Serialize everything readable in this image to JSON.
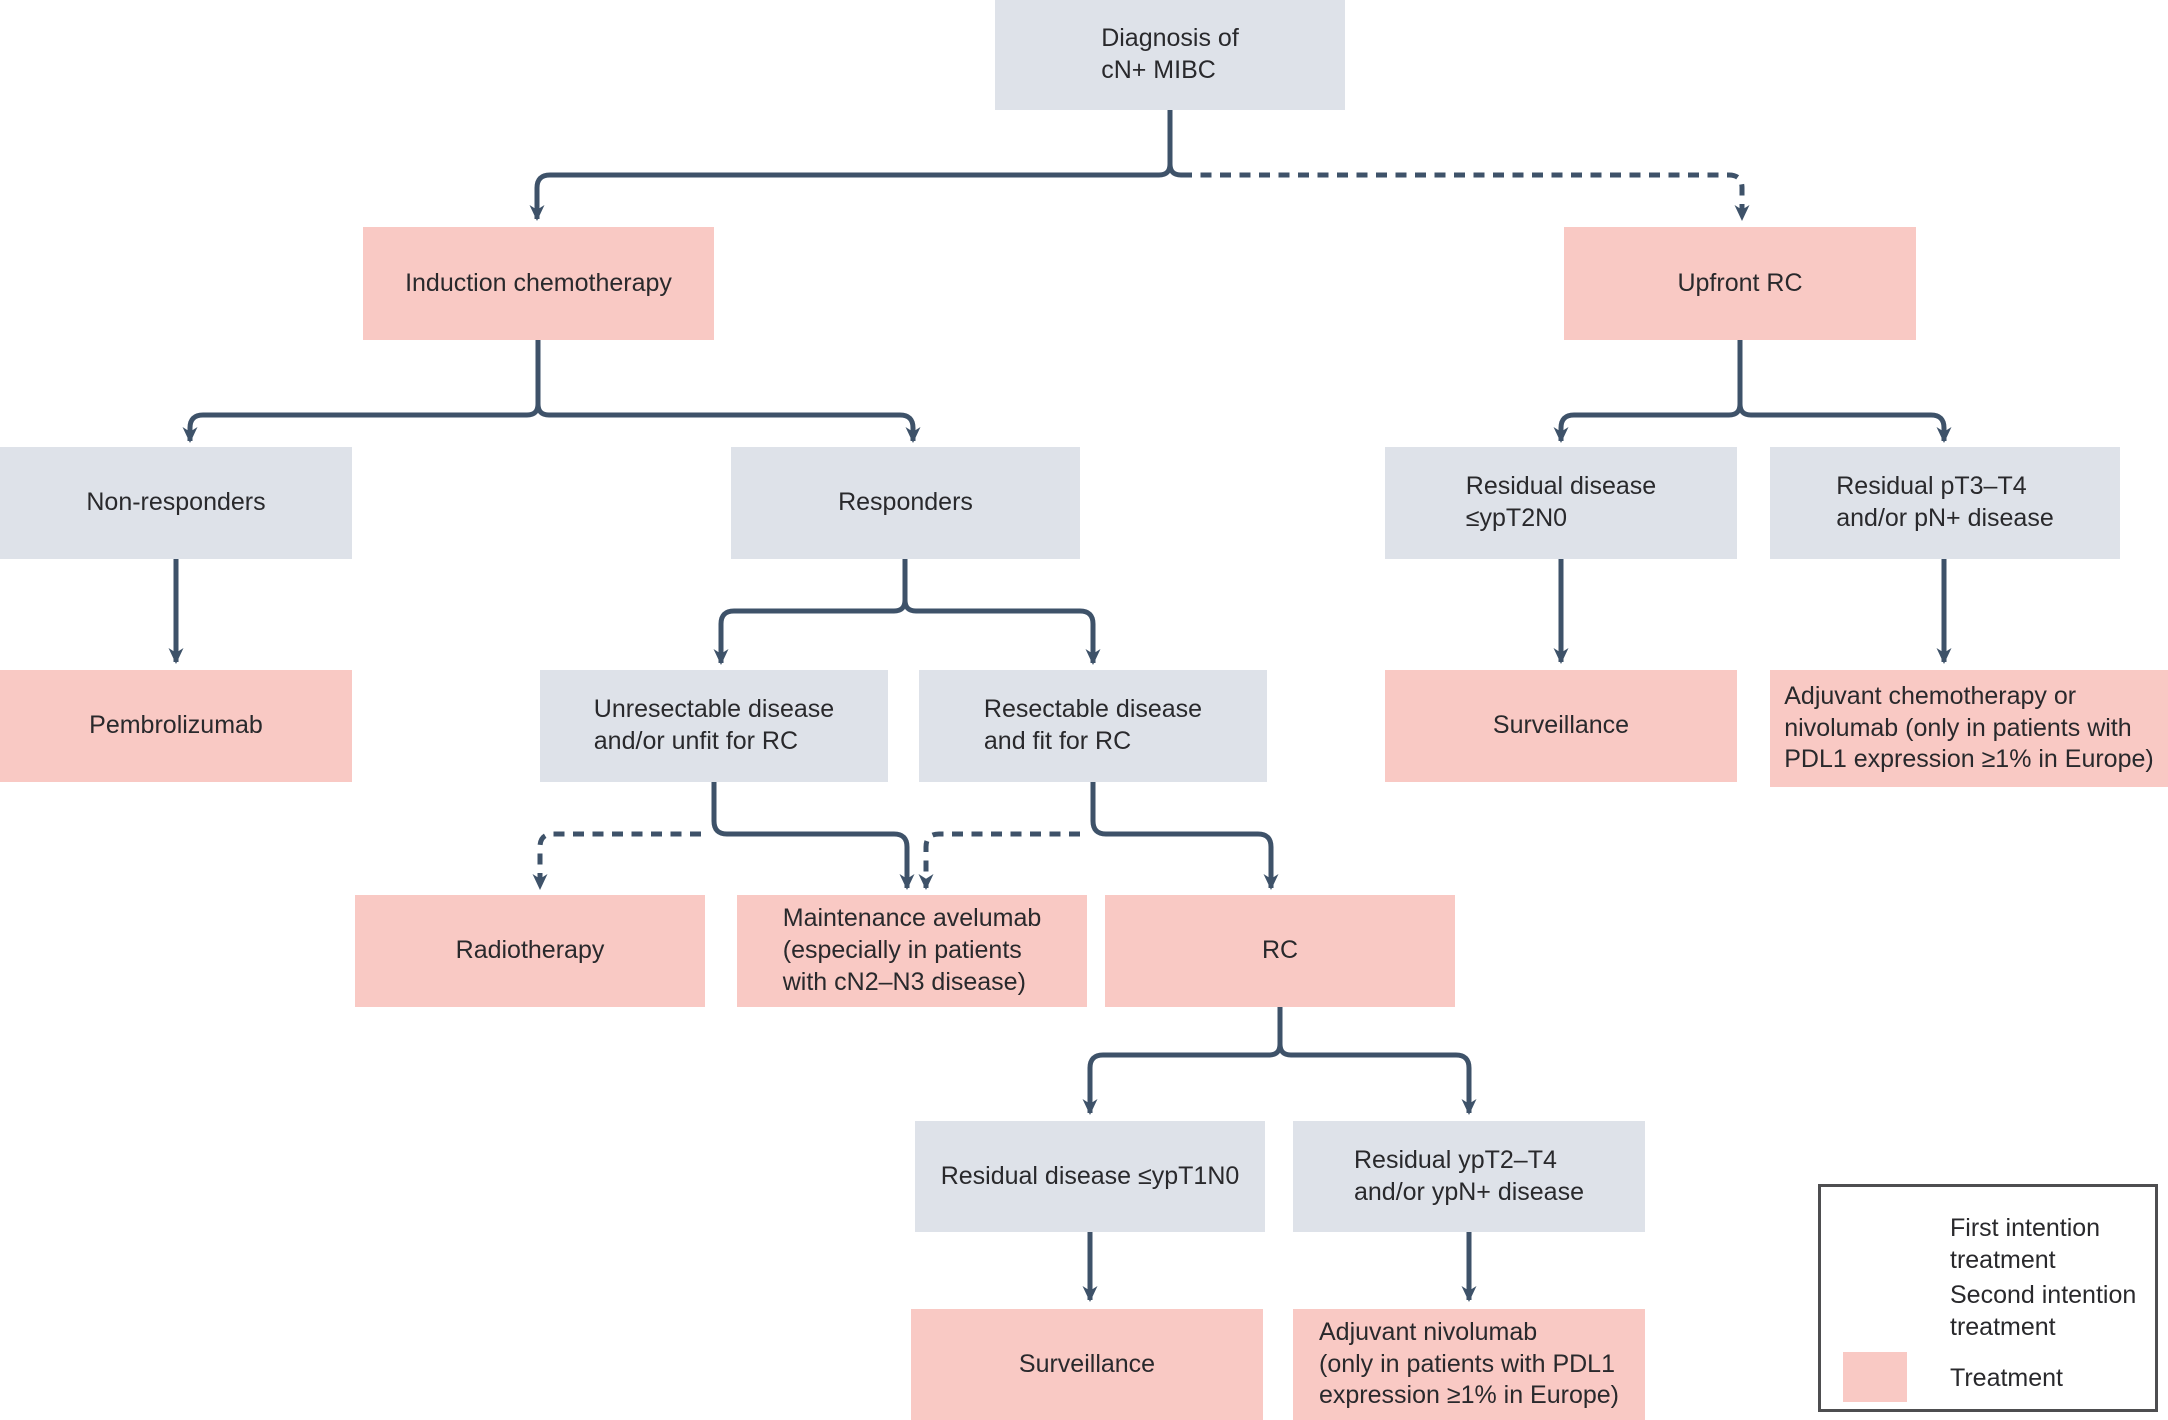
{
  "colors": {
    "treatment_fill": "#f9c9c4",
    "assessment_fill": "#dee2e9",
    "line": "#3e5269",
    "text": "#29292c",
    "legend_border": "#4e4e50"
  },
  "nodes": [
    {
      "id": "diagnosis",
      "kind": "assessment",
      "label": "Diagnosis of\ncN+ MIBC"
    },
    {
      "id": "induction",
      "kind": "treatment",
      "label": "Induction chemotherapy"
    },
    {
      "id": "upfront_rc",
      "kind": "treatment",
      "label": "Upfront RC"
    },
    {
      "id": "non_responders",
      "kind": "assessment",
      "label": "Non-responders"
    },
    {
      "id": "responders",
      "kind": "assessment",
      "label": "Responders"
    },
    {
      "id": "residual_ypt2n0",
      "kind": "assessment",
      "label": "Residual disease\n≤ypT2N0"
    },
    {
      "id": "residual_pt3t4",
      "kind": "assessment",
      "label": "Residual pT3–T4\nand/or pN+ disease"
    },
    {
      "id": "pembrolizumab",
      "kind": "treatment",
      "label": "Pembrolizumab"
    },
    {
      "id": "unresectable",
      "kind": "assessment",
      "label": "Unresectable disease\nand/or unfit for RC"
    },
    {
      "id": "resectable",
      "kind": "assessment",
      "label": "Resectable disease\nand fit for RC"
    },
    {
      "id": "surveillance_right",
      "kind": "treatment",
      "label": "Surveillance"
    },
    {
      "id": "adjuvant_chemo",
      "kind": "treatment",
      "label": "Adjuvant chemotherapy or\nnivolumab (only in patients with\nPDL1 expression ≥1% in Europe)"
    },
    {
      "id": "radiotherapy",
      "kind": "treatment",
      "label": "Radiotherapy"
    },
    {
      "id": "maintenance",
      "kind": "treatment",
      "label": "Maintenance avelumab\n(especially in patients\nwith cN2–N3 disease)"
    },
    {
      "id": "rc",
      "kind": "treatment",
      "label": "RC"
    },
    {
      "id": "residual_ypt1n0",
      "kind": "assessment",
      "label": "Residual disease ≤ypT1N0"
    },
    {
      "id": "residual_ypt2t4",
      "kind": "assessment",
      "label": "Residual ypT2–T4\nand/or ypN+ disease"
    },
    {
      "id": "surveillance_bottom",
      "kind": "treatment",
      "label": "Surveillance"
    },
    {
      "id": "adjuvant_nivo",
      "kind": "treatment",
      "label": "Adjuvant nivolumab\n(only in patients with PDL1\nexpression ≥1% in Europe)"
    }
  ],
  "edges": [
    {
      "from": "diagnosis",
      "to": "induction",
      "intention": "first"
    },
    {
      "from": "diagnosis",
      "to": "upfront_rc",
      "intention": "second"
    },
    {
      "from": "induction",
      "to": "non_responders",
      "intention": "first"
    },
    {
      "from": "induction",
      "to": "responders",
      "intention": "first"
    },
    {
      "from": "non_responders",
      "to": "pembrolizumab",
      "intention": "first"
    },
    {
      "from": "responders",
      "to": "unresectable",
      "intention": "first"
    },
    {
      "from": "responders",
      "to": "resectable",
      "intention": "first"
    },
    {
      "from": "unresectable",
      "to": "radiotherapy",
      "intention": "second"
    },
    {
      "from": "unresectable",
      "to": "maintenance",
      "intention": "first"
    },
    {
      "from": "resectable",
      "to": "maintenance",
      "intention": "second"
    },
    {
      "from": "resectable",
      "to": "rc",
      "intention": "first"
    },
    {
      "from": "rc",
      "to": "residual_ypt1n0",
      "intention": "first"
    },
    {
      "from": "rc",
      "to": "residual_ypt2t4",
      "intention": "first"
    },
    {
      "from": "residual_ypt1n0",
      "to": "surveillance_bottom",
      "intention": "first"
    },
    {
      "from": "residual_ypt2t4",
      "to": "adjuvant_nivo",
      "intention": "first"
    },
    {
      "from": "upfront_rc",
      "to": "residual_ypt2n0",
      "intention": "first"
    },
    {
      "from": "upfront_rc",
      "to": "residual_pt3t4",
      "intention": "first"
    },
    {
      "from": "residual_ypt2n0",
      "to": "surveillance_right",
      "intention": "first"
    },
    {
      "from": "residual_pt3t4",
      "to": "adjuvant_chemo",
      "intention": "first"
    }
  ],
  "legend": {
    "items": [
      {
        "symbol": "solid-arrow",
        "label": "First intention\ntreatment"
      },
      {
        "symbol": "dashed-arrow",
        "label": "Second intention\ntreatment"
      },
      {
        "symbol": "pink-box",
        "label": "Treatment"
      }
    ]
  }
}
